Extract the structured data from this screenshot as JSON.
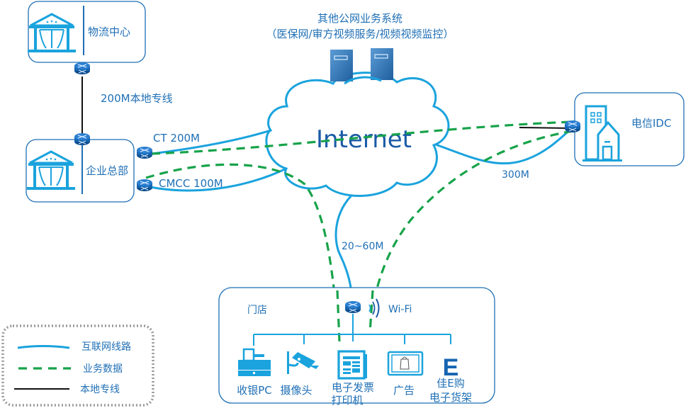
{
  "sites": {
    "logistics": {
      "label": "物流中心"
    },
    "hq": {
      "label": "企业总部"
    },
    "idc": {
      "label": "电信IDC"
    },
    "store": {
      "label": "门店"
    }
  },
  "public_systems": {
    "title_line1": "其他公网业务系统",
    "title_line2": "（医保网/审方视频服务/视频视频监控）"
  },
  "internet": {
    "label": "Internet"
  },
  "links": {
    "local_leased": "200M本地专线",
    "ct": "CT 200M",
    "cmcc": "CMCC 100M",
    "idc_bw": "300M",
    "store_bw": "20~60M",
    "wifi": "Wi-Fi"
  },
  "store_devices": [
    {
      "icon": "cash-register-icon",
      "label_line1": "收银PC",
      "label_line2": ""
    },
    {
      "icon": "camera-icon",
      "label_line1": "摄像头",
      "label_line2": ""
    },
    {
      "icon": "invoice-printer-icon",
      "label_line1": "电子发票",
      "label_line2": "打印机"
    },
    {
      "icon": "ad-screen-icon",
      "label_line1": "广告",
      "label_line2": ""
    },
    {
      "icon": "e-shelf-icon",
      "label_line1": "佳E购",
      "label_line2": "电子货架",
      "glyph": "E"
    }
  ],
  "legend": {
    "items": [
      {
        "type": "internet-line",
        "label": "互联网线路"
      },
      {
        "type": "business-data",
        "label": "业务数据"
      },
      {
        "type": "local-leased-line",
        "label": "本地专线"
      }
    ]
  },
  "colors": {
    "internet_line": "#1aa3dd",
    "business_data": "#17a34a",
    "local_line": "#111111",
    "label_text": "#1f6fb5",
    "router": "#1565b0"
  }
}
